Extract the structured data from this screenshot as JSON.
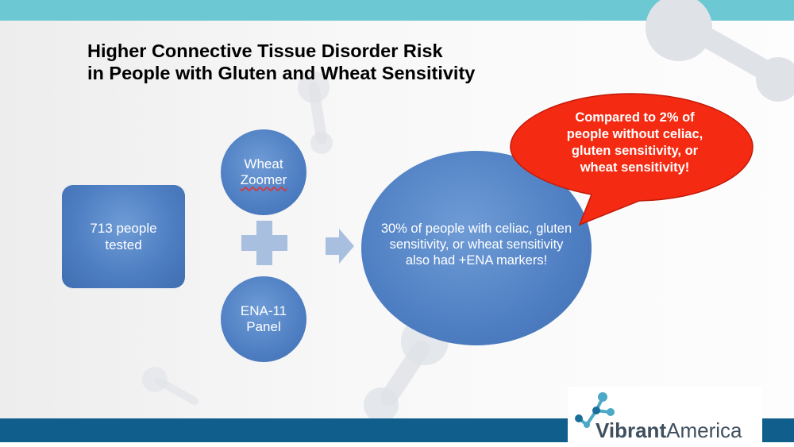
{
  "title": {
    "line1": "Higher Connective Tissue Disorder Risk",
    "line2": "in People with Gluten and Wheat Sensitivity"
  },
  "nodes": {
    "tested": "713 people tested",
    "wheat_zoomer": {
      "line1": "Wheat",
      "line2": "Zoomer"
    },
    "ena_panel": {
      "line1": "ENA-11",
      "line2": "Panel"
    },
    "result": "30% of people with celiac, gluten sensitivity, or wheat sensitivity also had +ENA markers!"
  },
  "callout": {
    "line1": "Compared to 2% of",
    "line2": "people without celiac,",
    "line3": "gluten sensitivity, or",
    "line4": "wheat sensitivity!"
  },
  "logo": {
    "brand_bold": "Vibrant",
    "brand_regular": "America"
  },
  "colors": {
    "node_blue": "#4f7fc3",
    "callout_red": "#f42a12",
    "top_bar": "#6cc9d3",
    "bottom_bar": "#0f5e8b",
    "plus_arrow": "#a9bfe0"
  },
  "icons": [
    "plus-icon",
    "arrow-right-icon",
    "vibrant-america-logo-icon"
  ]
}
